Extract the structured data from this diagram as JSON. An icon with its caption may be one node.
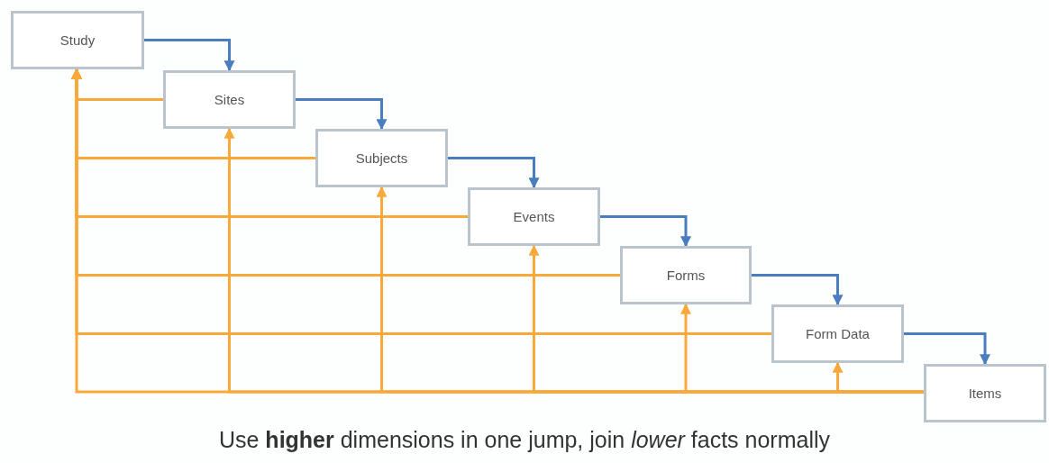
{
  "diagram": {
    "caption": "Use **higher** dimensions in one jump, join *lower* facts normally",
    "nodes": [
      {
        "text": [
          "Study"
        ]
      },
      {
        "text": [
          "Sites"
        ]
      },
      {
        "text": [
          "Subjects"
        ]
      },
      {
        "text": [
          "Events"
        ]
      },
      {
        "text": [
          "Forms"
        ]
      },
      {
        "text": [
          "Form Data"
        ]
      },
      {
        "text": [
          "Items"
        ]
      }
    ],
    "edges": [
      {
        "from": 0,
        "to": 1,
        "arrow": "to",
        "color": "#4a7cc0"
      },
      {
        "from": 1,
        "to": 2,
        "arrow": "to",
        "color": "#4a7cc0"
      },
      {
        "from": 2,
        "to": 3,
        "arrow": "to",
        "color": "#4a7cc0"
      },
      {
        "from": 3,
        "to": 4,
        "arrow": "to",
        "color": "#4a7cc0"
      },
      {
        "from": 4,
        "to": 5,
        "arrow": "to",
        "color": "#4a7cc0"
      },
      {
        "from": 5,
        "to": 6,
        "arrow": "to",
        "color": "#4a7cc0"
      },
      {
        "from": 1,
        "to": 0,
        "arrow": "to"
      },
      {
        "from": 2,
        "to": 0,
        "arrow": "to"
      },
      {
        "from": 3,
        "to": 0,
        "arrow": "to"
      },
      {
        "from": 4,
        "to": 0,
        "arrow": "to"
      },
      {
        "from": 5,
        "to": 0,
        "arrow": "to"
      },
      {
        "from": 6,
        "to": 0,
        "arrow": "to"
      },
      {
        "from": 6,
        "to": 1,
        "arrow": "to"
      },
      {
        "from": 6,
        "to": 2,
        "arrow": "to"
      },
      {
        "from": 6,
        "to": 3,
        "arrow": "to"
      },
      {
        "from": 6,
        "to": 4,
        "arrow": "to"
      },
      {
        "from": 6,
        "to": 5,
        "arrow": "to"
      }
    ]
  }
}
